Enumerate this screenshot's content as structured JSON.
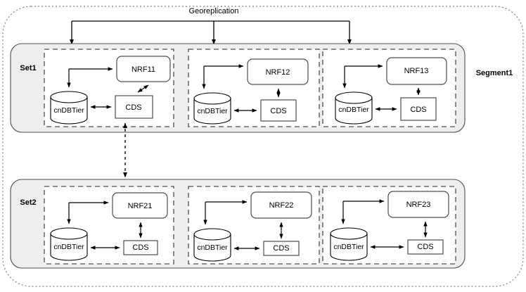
{
  "diagram": {
    "title_label": "Georeplication",
    "segment_label": "Segment1",
    "outer_boundary_style": "dotted-rounded",
    "colors": {
      "stroke": "#4d4d4d",
      "stroke_dark": "#000000",
      "set_fill": "#eeeeee",
      "cell_fill": "#ffffff",
      "page_bg": "#ffffff",
      "text": "#000000"
    },
    "sets": [
      {
        "name": "Set1",
        "label": "Set1",
        "cells": [
          {
            "nrf": "NRF11",
            "db": "cnDBTier",
            "cds": "CDS",
            "cds_nrf_link": "diagonal-bidirectional"
          },
          {
            "nrf": "NRF12",
            "db": "cnDBTier",
            "cds": "CDS",
            "cds_nrf_link": "vertical-bidirectional"
          },
          {
            "nrf": "NRF13",
            "db": "cnDBTier",
            "cds": "CDS",
            "cds_nrf_link": "vertical-bidirectional"
          }
        ]
      },
      {
        "name": "Set2",
        "label": "Set2",
        "cells": [
          {
            "nrf": "NRF21",
            "db": "cnDBTier",
            "cds": "CDS",
            "cds_nrf_link": "vertical-bidirectional"
          },
          {
            "nrf": "NRF22",
            "db": "cnDBTier",
            "cds": "CDS",
            "cds_nrf_link": "vertical-bidirectional"
          },
          {
            "nrf": "NRF23",
            "db": "cnDBTier",
            "cds": "CDS",
            "cds_nrf_link": "vertical-bidirectional"
          }
        ]
      }
    ],
    "connections": {
      "georeplication_targets": [
        "NRF11-cell",
        "NRF12-cell",
        "NRF13-cell"
      ],
      "inter_set_link": "dashed-bidirectional-CDS11-to-NRF21-cell"
    }
  }
}
